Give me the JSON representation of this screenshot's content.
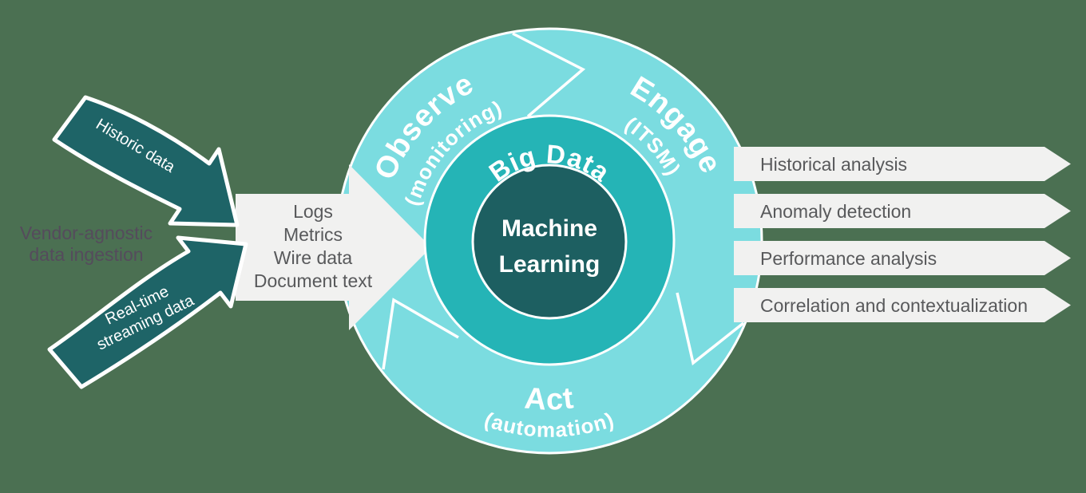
{
  "colors": {
    "background": "#4B7052",
    "ring_outer": "#7BDCE0",
    "ring_middle": "#25B4B6",
    "core": "#1D5F61",
    "ingest_arrow": "#1E6467",
    "neutral_arrow": "#F1F1F0",
    "text_dark": "#58595B",
    "text_purple": "#554B5C",
    "text_white": "#FFFFFF"
  },
  "left_panel": {
    "caption_line1": "Vendor-agnostic",
    "caption_line2": "data ingestion",
    "historic_arrow_label": "Historic data",
    "realtime_arrow_label_line1": "Real-time",
    "realtime_arrow_label_line2": "streaming data"
  },
  "input_arrow": {
    "items": [
      "Logs",
      "Metrics",
      "Wire data",
      "Document text"
    ]
  },
  "cycle": {
    "outer_segments": [
      {
        "title": "Observe",
        "subtitle": "(monitoring)"
      },
      {
        "title": "Engage",
        "subtitle": "(ITSM)"
      },
      {
        "title": "Act",
        "subtitle": "(automation)"
      }
    ],
    "middle_ring_label": "Big Data",
    "core_label_line1": "Machine",
    "core_label_line2": "Learning"
  },
  "outputs": [
    {
      "label": "Historical analysis"
    },
    {
      "label": "Anomaly detection"
    },
    {
      "label": "Performance analysis"
    },
    {
      "label": "Correlation and contextualization"
    }
  ]
}
